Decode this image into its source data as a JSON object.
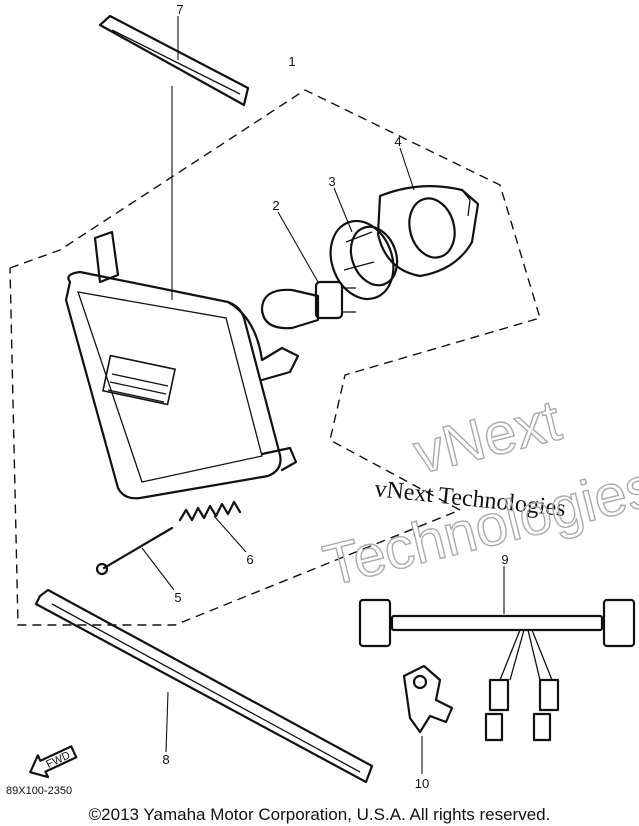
{
  "callouts": {
    "c1": "1",
    "c2": "2",
    "c3": "3",
    "c4": "4",
    "c5": "5",
    "c6": "6",
    "c7": "7",
    "c8": "8",
    "c9": "9",
    "c10": "10"
  },
  "direction_label": "FWD",
  "diagram_code": "89X100-2350",
  "watermark": {
    "line1": "vNext Technologies",
    "line2": "vNext",
    "line3": "Technologies"
  },
  "copyright": "©2013 Yamaha Motor Corporation, U.S.A. All rights reserved."
}
